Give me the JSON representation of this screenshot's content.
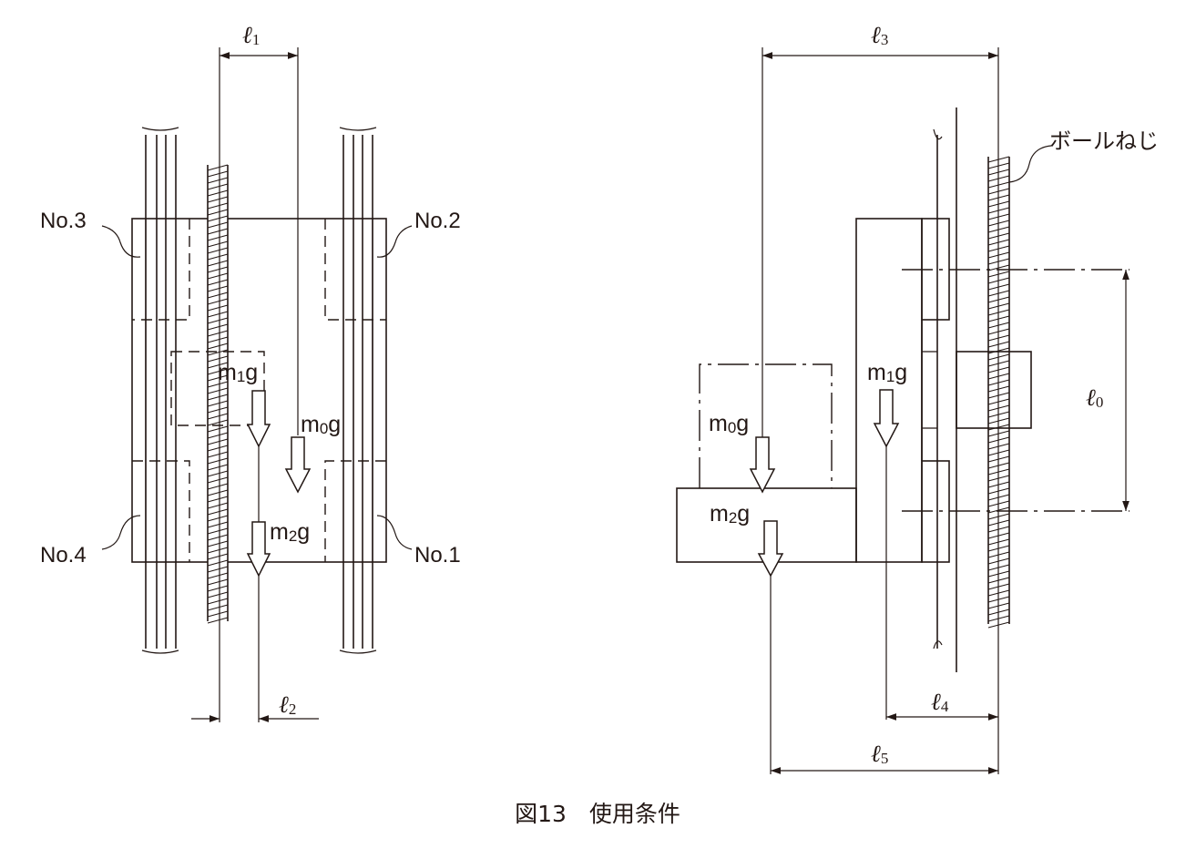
{
  "left_view": {
    "bearings": {
      "no1": "No.1",
      "no2": "No.2",
      "no3": "No.3",
      "no4": "No.4"
    },
    "loads": {
      "m1": {
        "base": "m",
        "sub": "1",
        "suffix": "g"
      },
      "m0": {
        "base": "m",
        "sub": "0",
        "suffix": "g"
      },
      "m2": {
        "base": "m",
        "sub": "2",
        "suffix": "g"
      }
    },
    "dims": {
      "l1": {
        "base": "ℓ",
        "sub": "1"
      },
      "l2": {
        "base": "ℓ",
        "sub": "2"
      }
    }
  },
  "right_view": {
    "ball_screw_label": "ボールねじ",
    "loads": {
      "m1": {
        "base": "m",
        "sub": "1",
        "suffix": "g"
      },
      "m0": {
        "base": "m",
        "sub": "0",
        "suffix": "g"
      },
      "m2": {
        "base": "m",
        "sub": "2",
        "suffix": "g"
      }
    },
    "dims": {
      "l0": {
        "base": "ℓ",
        "sub": "0"
      },
      "l3": {
        "base": "ℓ",
        "sub": "3"
      },
      "l4": {
        "base": "ℓ",
        "sub": "4"
      },
      "l5": {
        "base": "ℓ",
        "sub": "5"
      }
    }
  },
  "caption": "図13　使用条件"
}
